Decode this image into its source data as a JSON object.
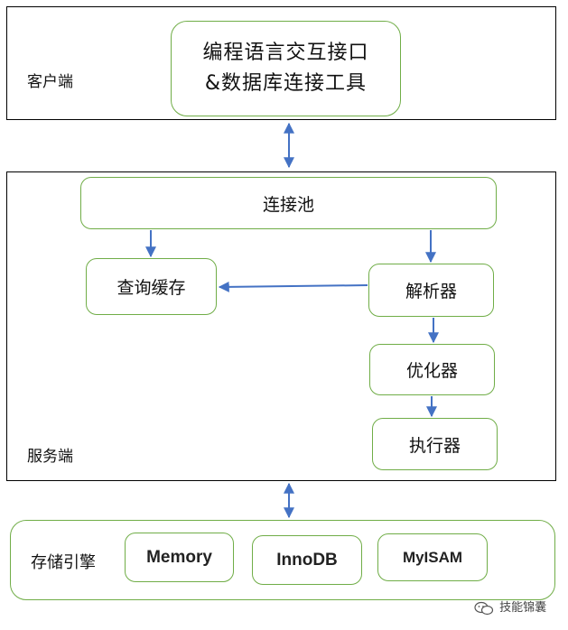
{
  "client": {
    "label": "客户端",
    "box_line1": "编程语言交互接口",
    "box_line2": "&数据库连接工具"
  },
  "server": {
    "label": "服务端",
    "connection_pool": "连接池",
    "query_cache": "查询缓存",
    "parser": "解析器",
    "optimizer": "优化器",
    "executor": "执行器"
  },
  "storage": {
    "label": "存储引擎",
    "engines": [
      "Memory",
      "InnoDB",
      "MyISAM"
    ]
  },
  "watermark": {
    "text": "技能锦囊",
    "icon": "wechat-icon"
  },
  "colors": {
    "box_border": "#70ad47",
    "arrow": "#4472c4",
    "frame_border": "#000000"
  }
}
